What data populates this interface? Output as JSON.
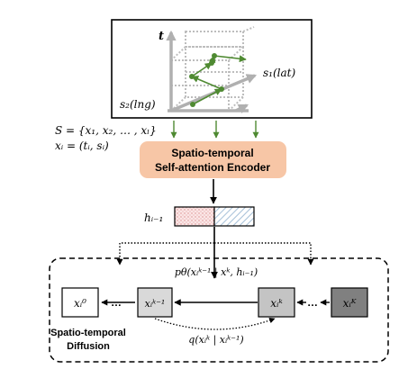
{
  "cube": {
    "axis_t": "t",
    "axis_s1": "s₁(lat)",
    "axis_s2": "s₂(lng)"
  },
  "sequence": {
    "set_line": "S = {x₁, x₂, … , xₗ}",
    "element_line": "xᵢ = (tᵢ, sᵢ)"
  },
  "encoder": {
    "line1": "Spatio-temporal",
    "line2": "Self-attention Encoder",
    "fill": "#f7c6a6"
  },
  "hidden": {
    "label": "hᵢ₋₁"
  },
  "diffusion": {
    "forward_label": "pθ(xᵢᵏ⁻¹ | xᵏ, hᵢ₋₁)",
    "reverse_label": "q(xᵢᵏ | xᵢᵏ⁻¹)",
    "title_line1": "Spatio-temporal",
    "title_line2": "Diffusion",
    "nodes": {
      "x0": "xᵢ⁰",
      "xkm1": "xᵢᵏ⁻¹",
      "xk": "xᵢᵏ",
      "xK": "xᵢᴷ"
    },
    "ellipsis_left": "…",
    "ellipsis_right": "…"
  },
  "colors": {
    "trajectory_green": "#4f8a32",
    "axis_gray": "#b0b0b0",
    "encoder_fill": "#f7c6a6",
    "node_light": "#d9d9d9",
    "node_mid": "#c4c4c4",
    "node_dark": "#808080"
  }
}
